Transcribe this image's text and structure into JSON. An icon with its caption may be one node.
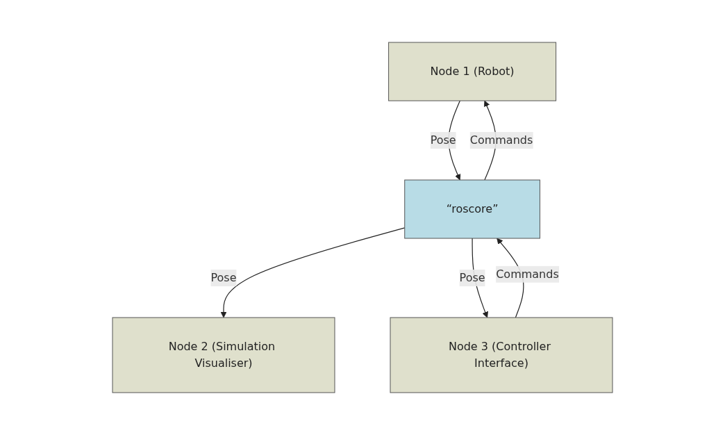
{
  "diagram": {
    "nodes": [
      {
        "text": [
          "Node 1 (Robot)"
        ]
      },
      {
        "text": [
          "“roscore”"
        ]
      },
      {
        "text": [
          "Node 2 (Simulation Visualiser)"
        ]
      },
      {
        "text": [
          "Node 3 (Controller Interface)"
        ]
      }
    ],
    "edges": [
      {
        "from": 0,
        "to": 1,
        "arrow": "to",
        "label": "Pose"
      },
      {
        "from": 1,
        "to": 0,
        "arrow": "to",
        "label": "Commands"
      },
      {
        "from": 1,
        "to": 2,
        "arrow": "to",
        "label": "Pose"
      },
      {
        "from": 3,
        "to": 1,
        "arrow": "to",
        "label": "Commands"
      },
      {
        "from": 1,
        "to": 3,
        "arrow": "to",
        "label": "Pose"
      }
    ]
  }
}
